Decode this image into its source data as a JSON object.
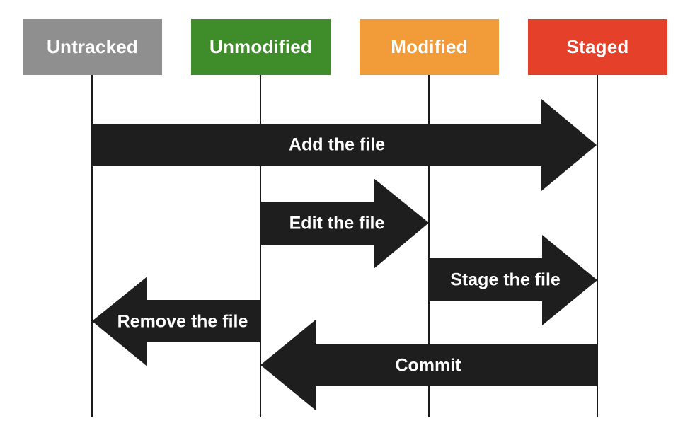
{
  "states": [
    {
      "id": "untracked",
      "label": "Untracked",
      "color": "#8f8f8f"
    },
    {
      "id": "unmodified",
      "label": "Unmodified",
      "color": "#3f8c2a"
    },
    {
      "id": "modified",
      "label": "Modified",
      "color": "#f19c38"
    },
    {
      "id": "staged",
      "label": "Staged",
      "color": "#e5402a"
    }
  ],
  "transitions": [
    {
      "id": "add",
      "label": "Add the file",
      "from": "untracked",
      "to": "staged"
    },
    {
      "id": "edit",
      "label": "Edit the file",
      "from": "unmodified",
      "to": "modified"
    },
    {
      "id": "stage",
      "label": "Stage the file",
      "from": "modified",
      "to": "staged"
    },
    {
      "id": "remove",
      "label": "Remove the file",
      "from": "unmodified",
      "to": "untracked"
    },
    {
      "id": "commit",
      "label": "Commit",
      "from": "staged",
      "to": "unmodified"
    }
  ],
  "arrow_color": "#1e1e1e",
  "lifeline_color": "#1a1a1a"
}
